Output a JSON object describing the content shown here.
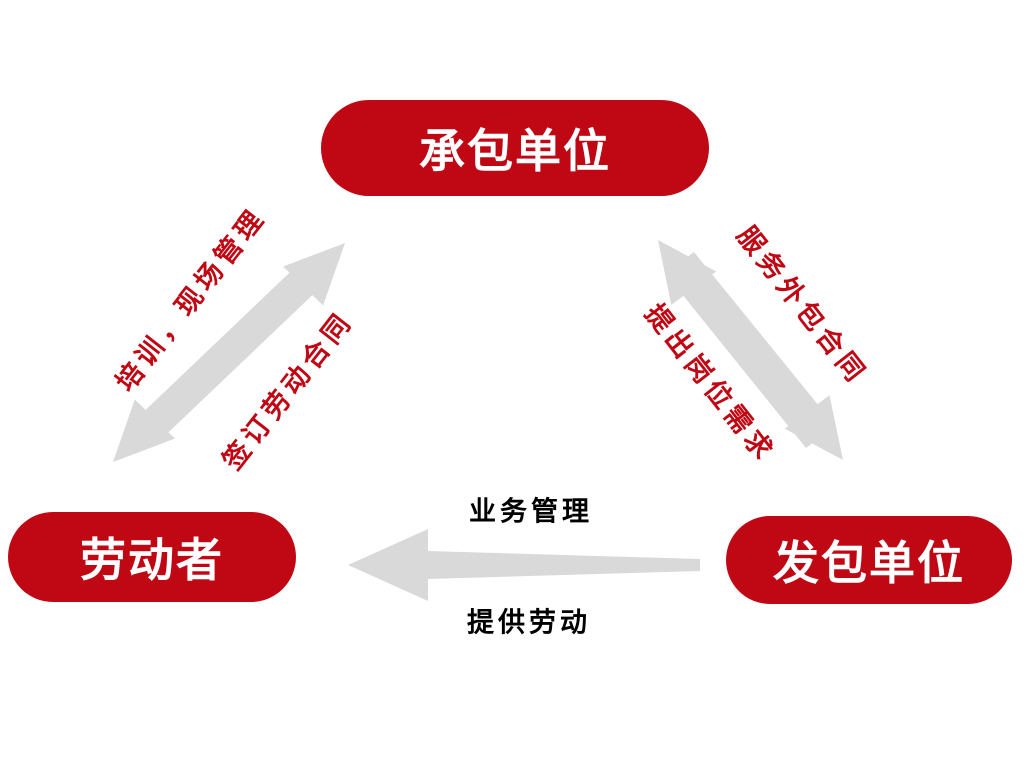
{
  "diagram": {
    "nodes": {
      "contractor": "承包单位",
      "worker": "劳动者",
      "issuer": "发包单位"
    },
    "edges": {
      "training": "培训，现场管理",
      "labor_contract": "签订劳动合同",
      "outsourcing_contract": "服务外包合同",
      "position_demand": "提出岗位需求",
      "business_management": "业务管理",
      "provide_labor": "提供劳动"
    },
    "colors": {
      "node_fill": "#c00714",
      "node_text": "#ffffff",
      "arrow_fill": "#d9d9d9",
      "diagonal_label_color": "#c00714",
      "horizontal_label_color": "#000000"
    },
    "background": "#ffffff"
  }
}
